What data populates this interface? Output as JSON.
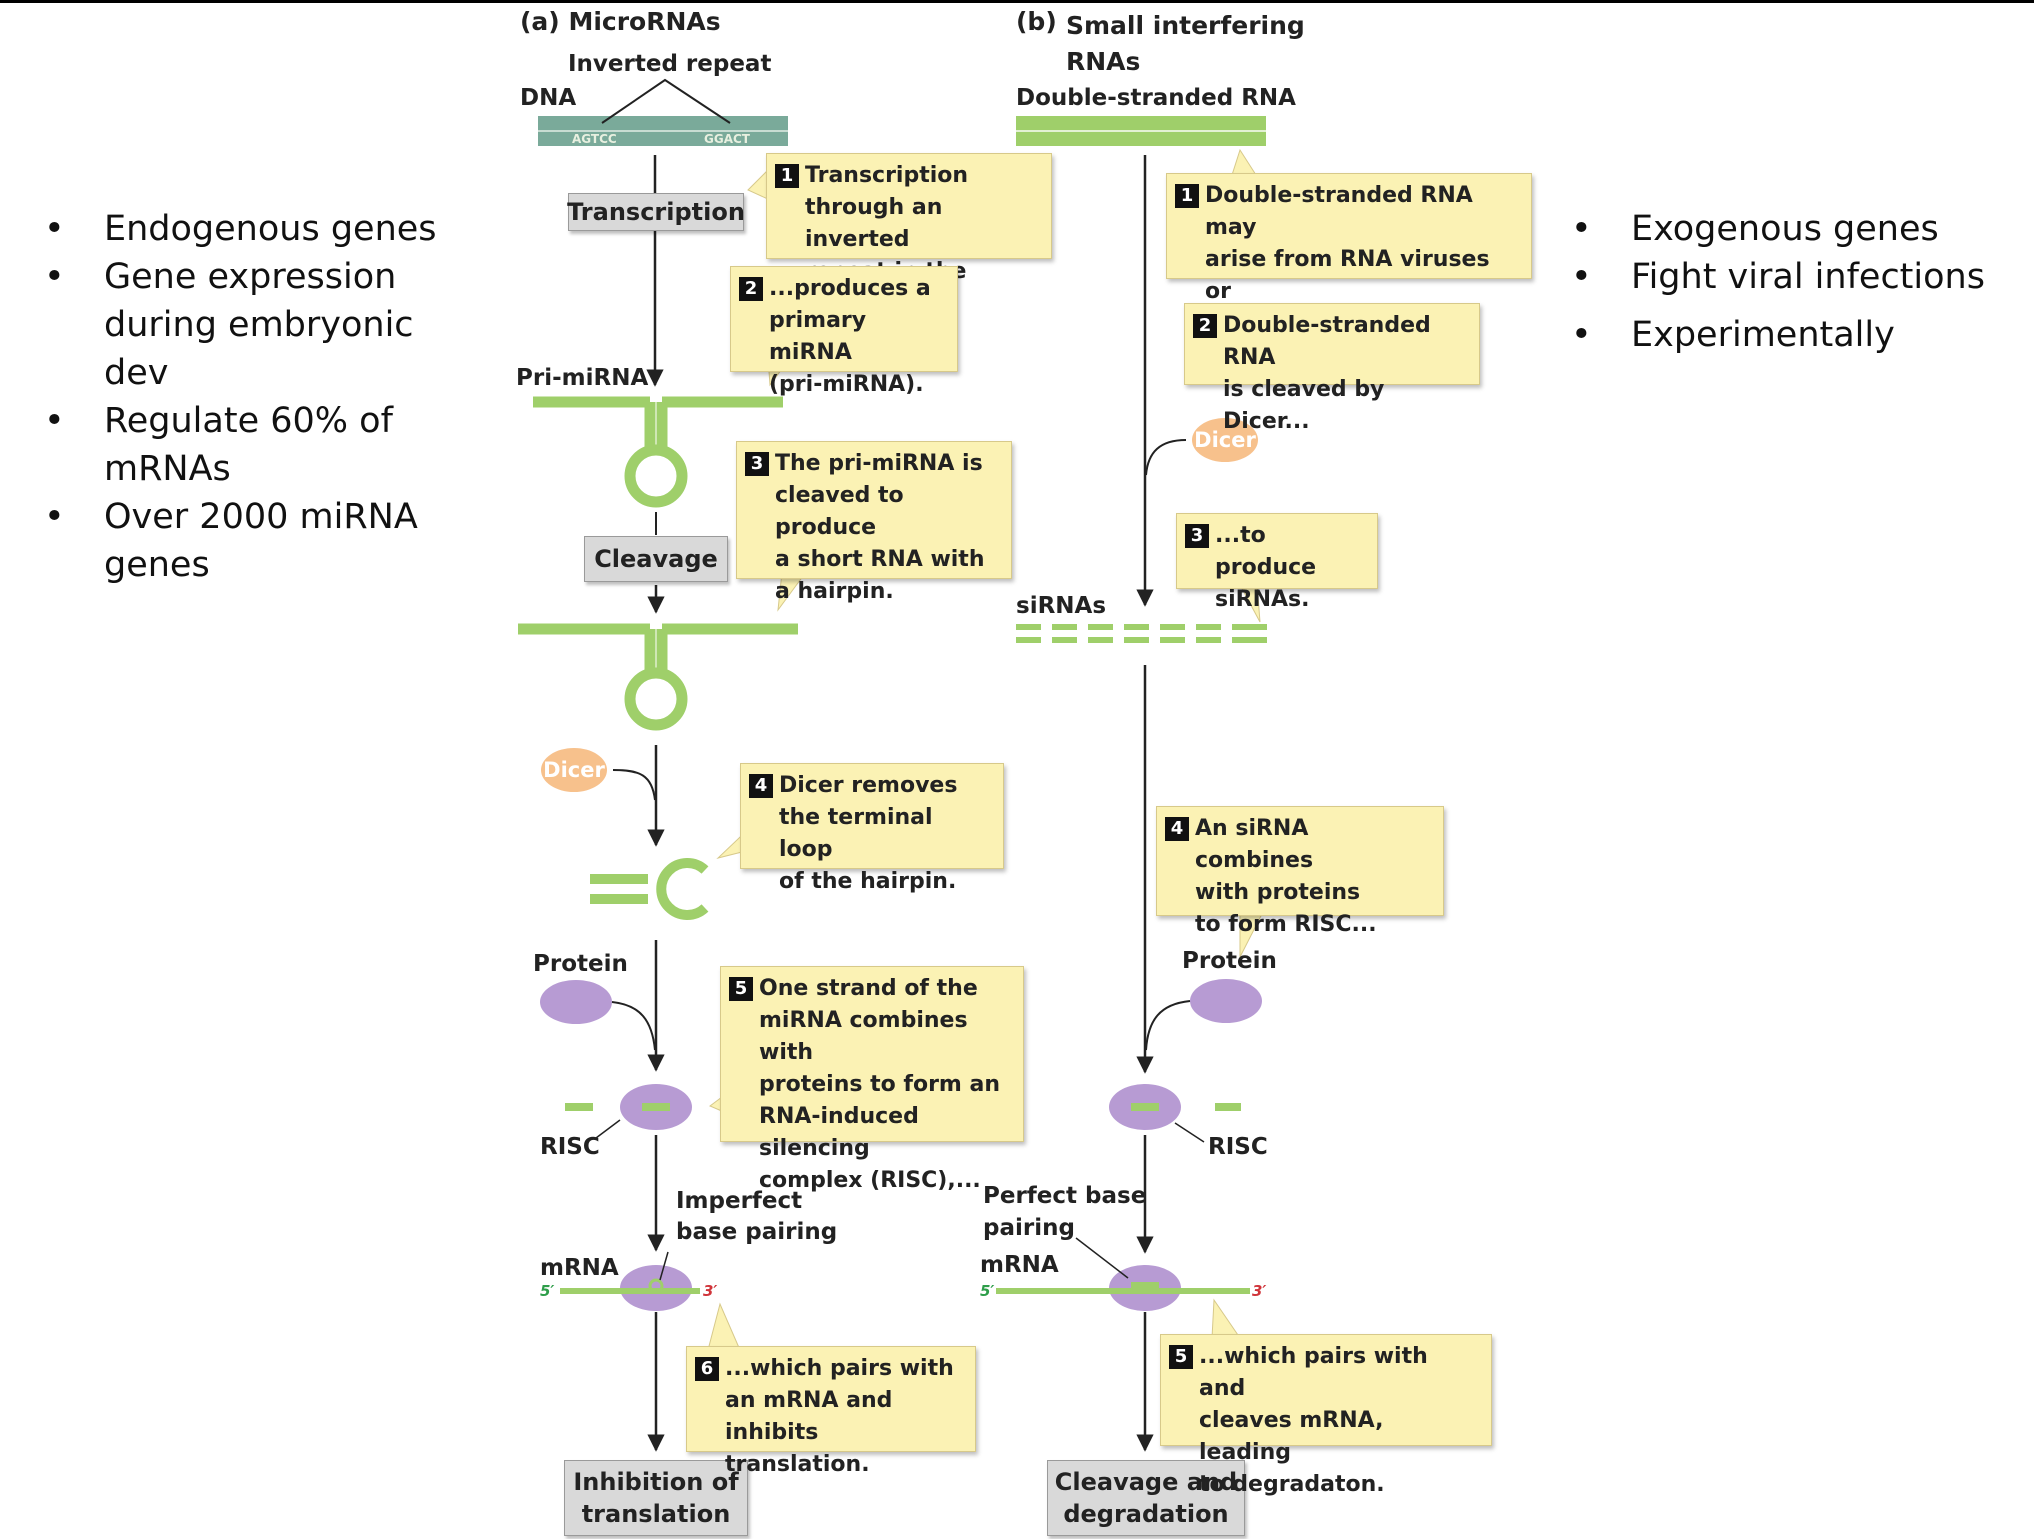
{
  "left_points": [
    "Endogenous genes",
    "Gene expression during embryonic dev",
    "Regulate 60% of mRNAs",
    "Over 2000 miRNA genes"
  ],
  "right_points": [
    "Exogenous genes",
    "Fight viral infections",
    "Experimentally"
  ],
  "mirna": {
    "panel_letter": "(a)",
    "title": "MicroRNAs",
    "inverted_repeat": "Inverted repeat",
    "dna": "DNA",
    "seq_left": "AGTCC",
    "seq_right": "GGACT",
    "transcription": "Transcription",
    "pri_mirna": "Pri-miRNA",
    "cleavage": "Cleavage",
    "dicer": "Dicer",
    "protein": "Protein",
    "risc": "RISC",
    "imperfect": "Imperfect\nbase pairing",
    "mrna": "mRNA",
    "five_prime": "5′",
    "three_prime": "3′",
    "result": "Inhibition of\ntranslation",
    "steps": [
      {
        "n": "1",
        "text": "Transcription\nthrough an inverted\nrepeat in the DNA..."
      },
      {
        "n": "2",
        "text": "...produces a\nprimary miRNA\n(pri-miRNA)."
      },
      {
        "n": "3",
        "text": "The pri-miRNA is\ncleaved to produce\na short RNA with\na hairpin."
      },
      {
        "n": "4",
        "text": "Dicer removes\nthe terminal loop\nof the hairpin."
      },
      {
        "n": "5",
        "text": "One strand of the\nmiRNA combines with\nproteins to form an\nRNA-induced silencing\ncomplex (RISC),..."
      },
      {
        "n": "6",
        "text": "...which pairs with\nan mRNA and\ninhibits translation."
      }
    ]
  },
  "sirna": {
    "panel_letter": "(b)",
    "title": "Small interfering\nRNAs",
    "dsrna": "Double-stranded RNA",
    "dicer": "Dicer",
    "sirnas": "siRNAs",
    "protein": "Protein",
    "risc": "RISC",
    "perfect": "Perfect base\npairing",
    "mrna": "mRNA",
    "five_prime": "5′",
    "three_prime": "3′",
    "result": "Cleavage and\ndegradation",
    "steps": [
      {
        "n": "1",
        "text": "Double-stranded RNA may\narise from RNA viruses or\nlong hairpins."
      },
      {
        "n": "2",
        "text": "Double-stranded RNA\nis cleaved by Dicer..."
      },
      {
        "n": "3",
        "text": "...to produce\nsiRNAs."
      },
      {
        "n": "4",
        "text": "An siRNA combines\nwith proteins\nto form RISC..."
      },
      {
        "n": "5",
        "text": "...which pairs with and\ncleaves mRNA, leading\nto degradaton."
      }
    ]
  },
  "colors": {
    "rna_green": "#9fcf6a",
    "protein_purple": "#b79bd3",
    "callout_yellow": "#fbf2b4",
    "dicer_orange": "#f7c18c",
    "dna_teal": "#7aaa9a"
  }
}
